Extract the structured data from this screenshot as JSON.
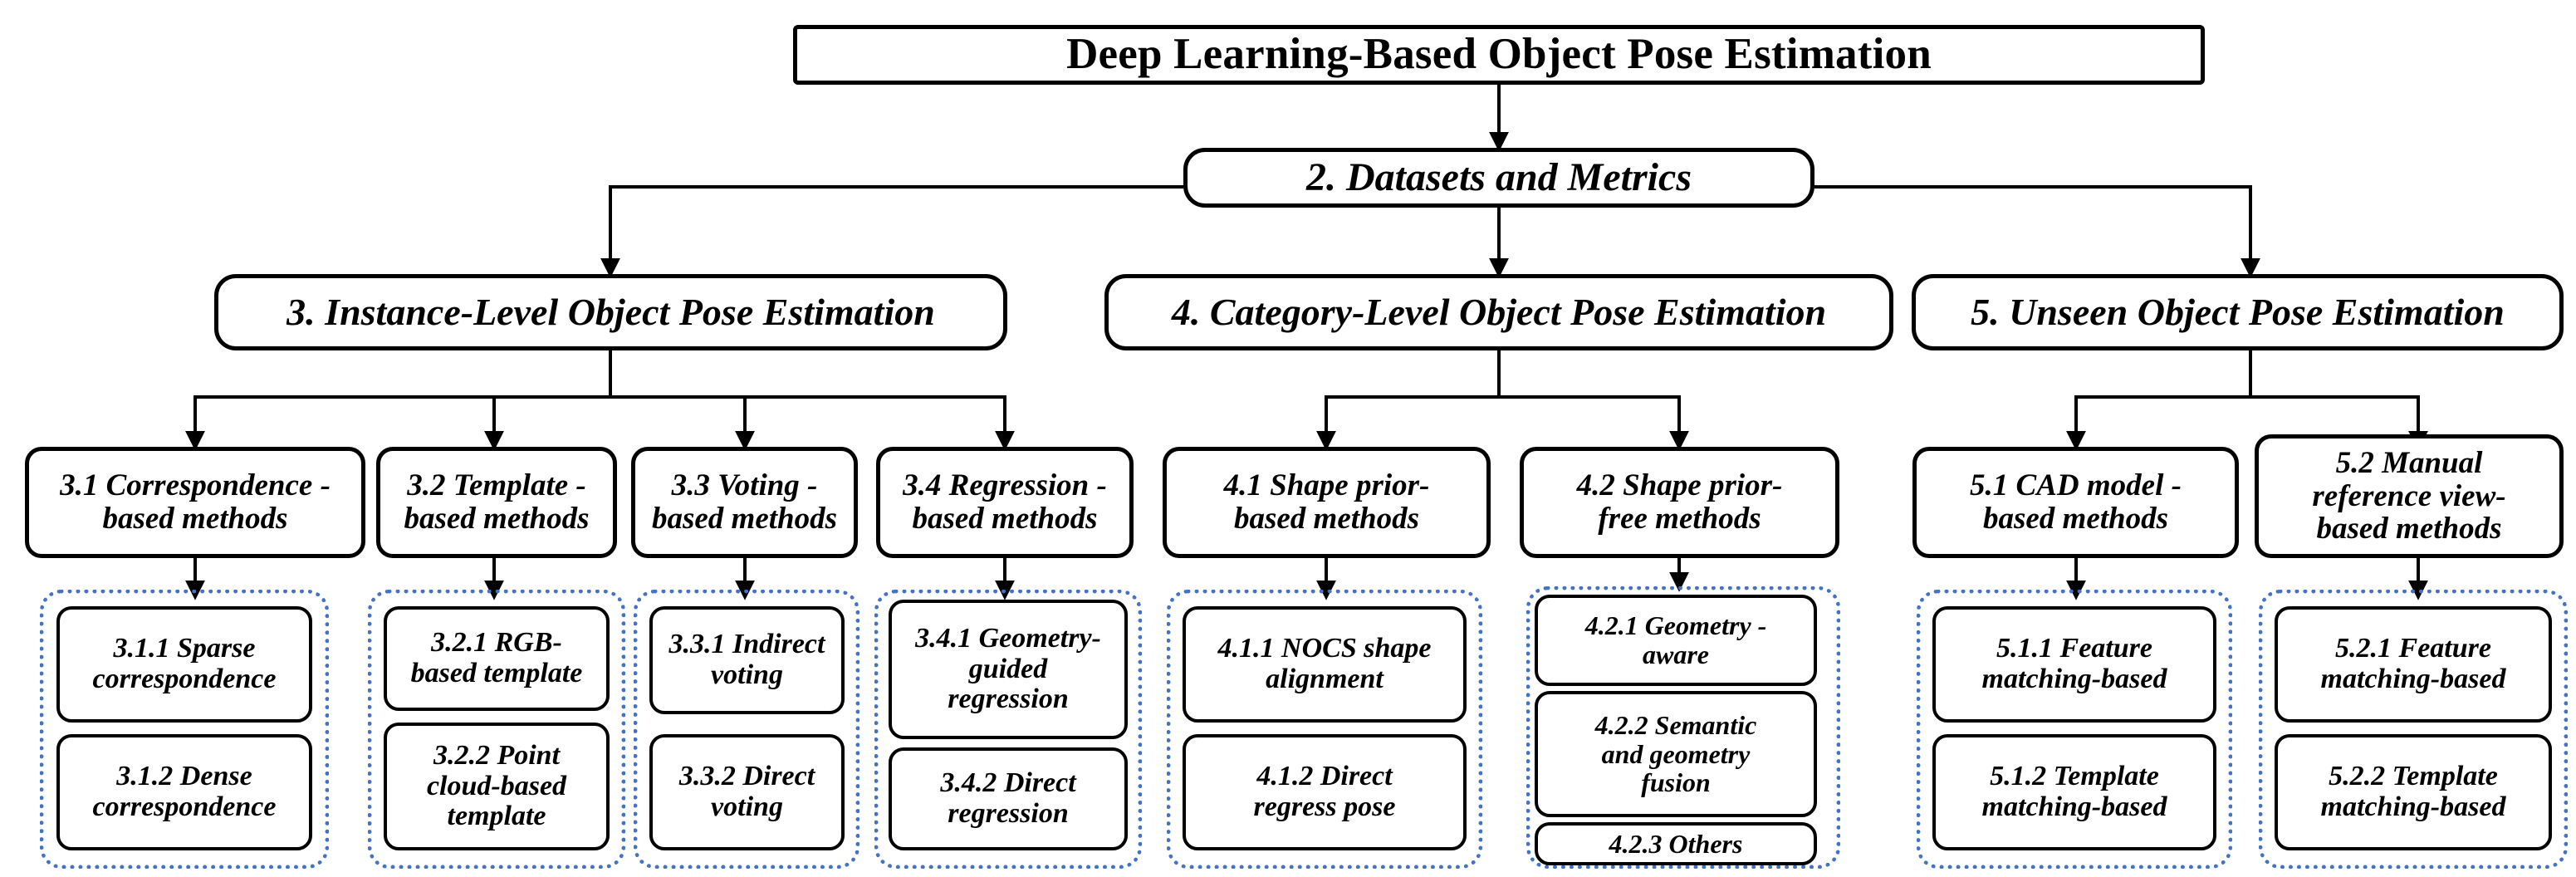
{
  "diagram": {
    "title": "Deep Learning-Based Object Pose Estimation",
    "accent_blue": "#4472C4",
    "border_black": "#000000",
    "background": "#ffffff"
  },
  "root": {
    "label": "Deep Learning-Based Object Pose Estimation"
  },
  "level2": {
    "label": "2. Datasets and Metrics"
  },
  "level3": [
    {
      "label": "3. Instance-Level Object Pose Estimation"
    },
    {
      "label": "4. Category-Level Object Pose Estimation"
    },
    {
      "label": "5. Unseen Object Pose Estimation"
    }
  ],
  "level4": [
    {
      "label": "3.1 Correspondence -\nbased methods"
    },
    {
      "label": "3.2 Template -\nbased methods"
    },
    {
      "label": "3.3 Voting -\nbased methods"
    },
    {
      "label": "3.4 Regression -\nbased methods"
    },
    {
      "label": "4.1 Shape prior-\nbased methods"
    },
    {
      "label": "4.2 Shape prior-\nfree methods"
    },
    {
      "label": "5.1 CAD model -\nbased methods"
    },
    {
      "label": "5.2 Manual\nreference view-\nbased methods"
    }
  ],
  "groups": [
    {
      "parent": "3.1",
      "leaves": [
        {
          "label": "3.1.1 Sparse\ncorrespondence"
        },
        {
          "label": "3.1.2 Dense\ncorrespondence"
        }
      ]
    },
    {
      "parent": "3.2",
      "leaves": [
        {
          "label": "3.2.1 RGB-\nbased template"
        },
        {
          "label": "3.2.2 Point\ncloud-based\ntemplate"
        }
      ]
    },
    {
      "parent": "3.3",
      "leaves": [
        {
          "label": "3.3.1 Indirect\nvoting"
        },
        {
          "label": "3.3.2 Direct\nvoting"
        }
      ]
    },
    {
      "parent": "3.4",
      "leaves": [
        {
          "label": "3.4.1 Geometry-\nguided\nregression"
        },
        {
          "label": "3.4.2 Direct\nregression"
        }
      ]
    },
    {
      "parent": "4.1",
      "leaves": [
        {
          "label": "4.1.1 NOCS shape\nalignment"
        },
        {
          "label": "4.1.2 Direct\nregress pose"
        }
      ]
    },
    {
      "parent": "4.2",
      "leaves": [
        {
          "label": "4.2.1 Geometry -\naware"
        },
        {
          "label": "4.2.2 Semantic\nand geometry\nfusion"
        },
        {
          "label": "4.2.3 Others"
        }
      ]
    },
    {
      "parent": "5.1",
      "leaves": [
        {
          "label": "5.1.1 Feature\nmatching-based"
        },
        {
          "label": "5.1.2 Template\nmatching-based"
        }
      ]
    },
    {
      "parent": "5.2",
      "leaves": [
        {
          "label": "5.2.1 Feature\nmatching-based"
        },
        {
          "label": "5.2.2 Template\nmatching-based"
        }
      ]
    }
  ]
}
